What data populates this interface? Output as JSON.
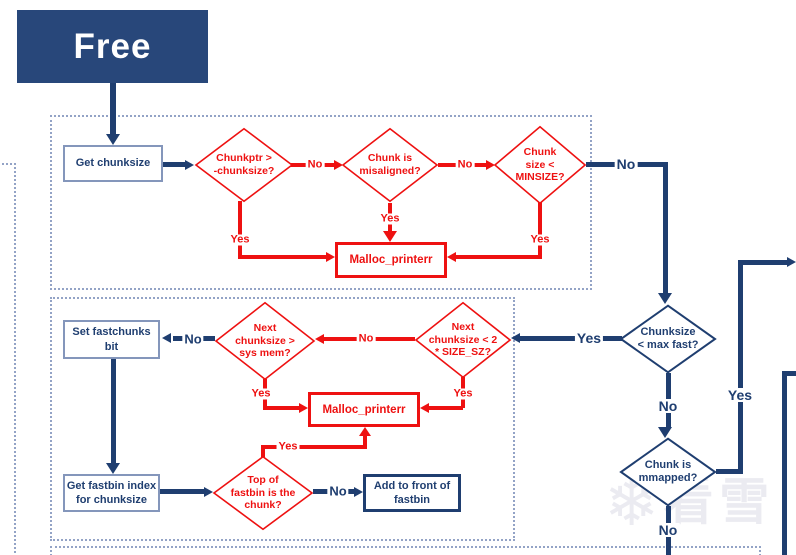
{
  "title": "Free",
  "watermark": {
    "snowflake": "❄",
    "text": "看雪"
  },
  "labels": {
    "yes": "Yes",
    "no": "No"
  },
  "colors": {
    "navy": "#1f3e70",
    "red": "#ee1111",
    "light_box_border": "#8496bb",
    "dashed_outline": "#93a3c6",
    "free_fill": "#28477a",
    "watermark_gray": "#ebebf1"
  },
  "boxes": {
    "get_chunksize": "Get chunksize",
    "malloc_printerr_1": "Malloc_printerr",
    "set_fastchunks_bit": "Set fastchunks\nbit",
    "malloc_printerr_2": "Malloc_printerr",
    "get_fastbin_index": "Get fastbin index\nfor chunksize",
    "add_to_front_of_fastbin": "Add to front of\nfastbin"
  },
  "diamonds": {
    "chunkptr_gt_neg_chunksize": "Chunkptr >\n-chunksize?",
    "chunk_misaligned": "Chunk is\nmisaligned?",
    "chunk_lt_minsize": "Chunk\nsize <\nMINSIZE?",
    "next_chunksize_gt_sysmem": "Next\nchunksize >\nsys mem?",
    "next_chunksize_lt_2sizesz": "Next\nchunksize < 2\n* SIZE_SZ?",
    "top_of_fastbin_is_chunk": "Top of\nfastbin is the\nchunk?",
    "chunksize_lt_maxfast": "Chunksize\n< max fast?",
    "chunk_is_mmapped": "Chunk is\nmmapped?"
  }
}
